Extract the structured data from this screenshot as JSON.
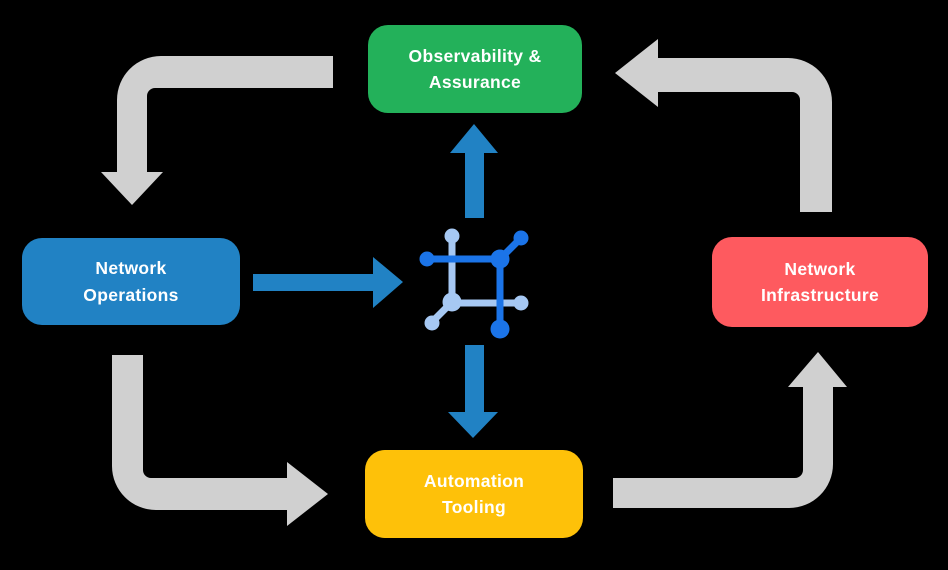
{
  "diagram": {
    "title": "Network automation lifecycle diagram",
    "background": "#000000",
    "nodes": [
      {
        "id": "observability-assurance",
        "label": "Observability &\nAssurance",
        "color": "#23b15a"
      },
      {
        "id": "network-operations",
        "label": "Network\nOperations",
        "color": "#2182c4"
      },
      {
        "id": "network-infrastructure",
        "label": "Network\nInfrastructure",
        "color": "#fe5a5f"
      },
      {
        "id": "automation-tooling",
        "label": "Automation\nTooling",
        "color": "#fec109"
      }
    ],
    "icons": {
      "hub": "network-automation-hub-icon"
    },
    "colors": {
      "cycle_arrow": "#d0d0d0",
      "flow_arrow": "#2182c4",
      "icon_dark": "#1b74e8",
      "icon_light": "#a6c8f3",
      "label_text": "#ffffff"
    }
  }
}
